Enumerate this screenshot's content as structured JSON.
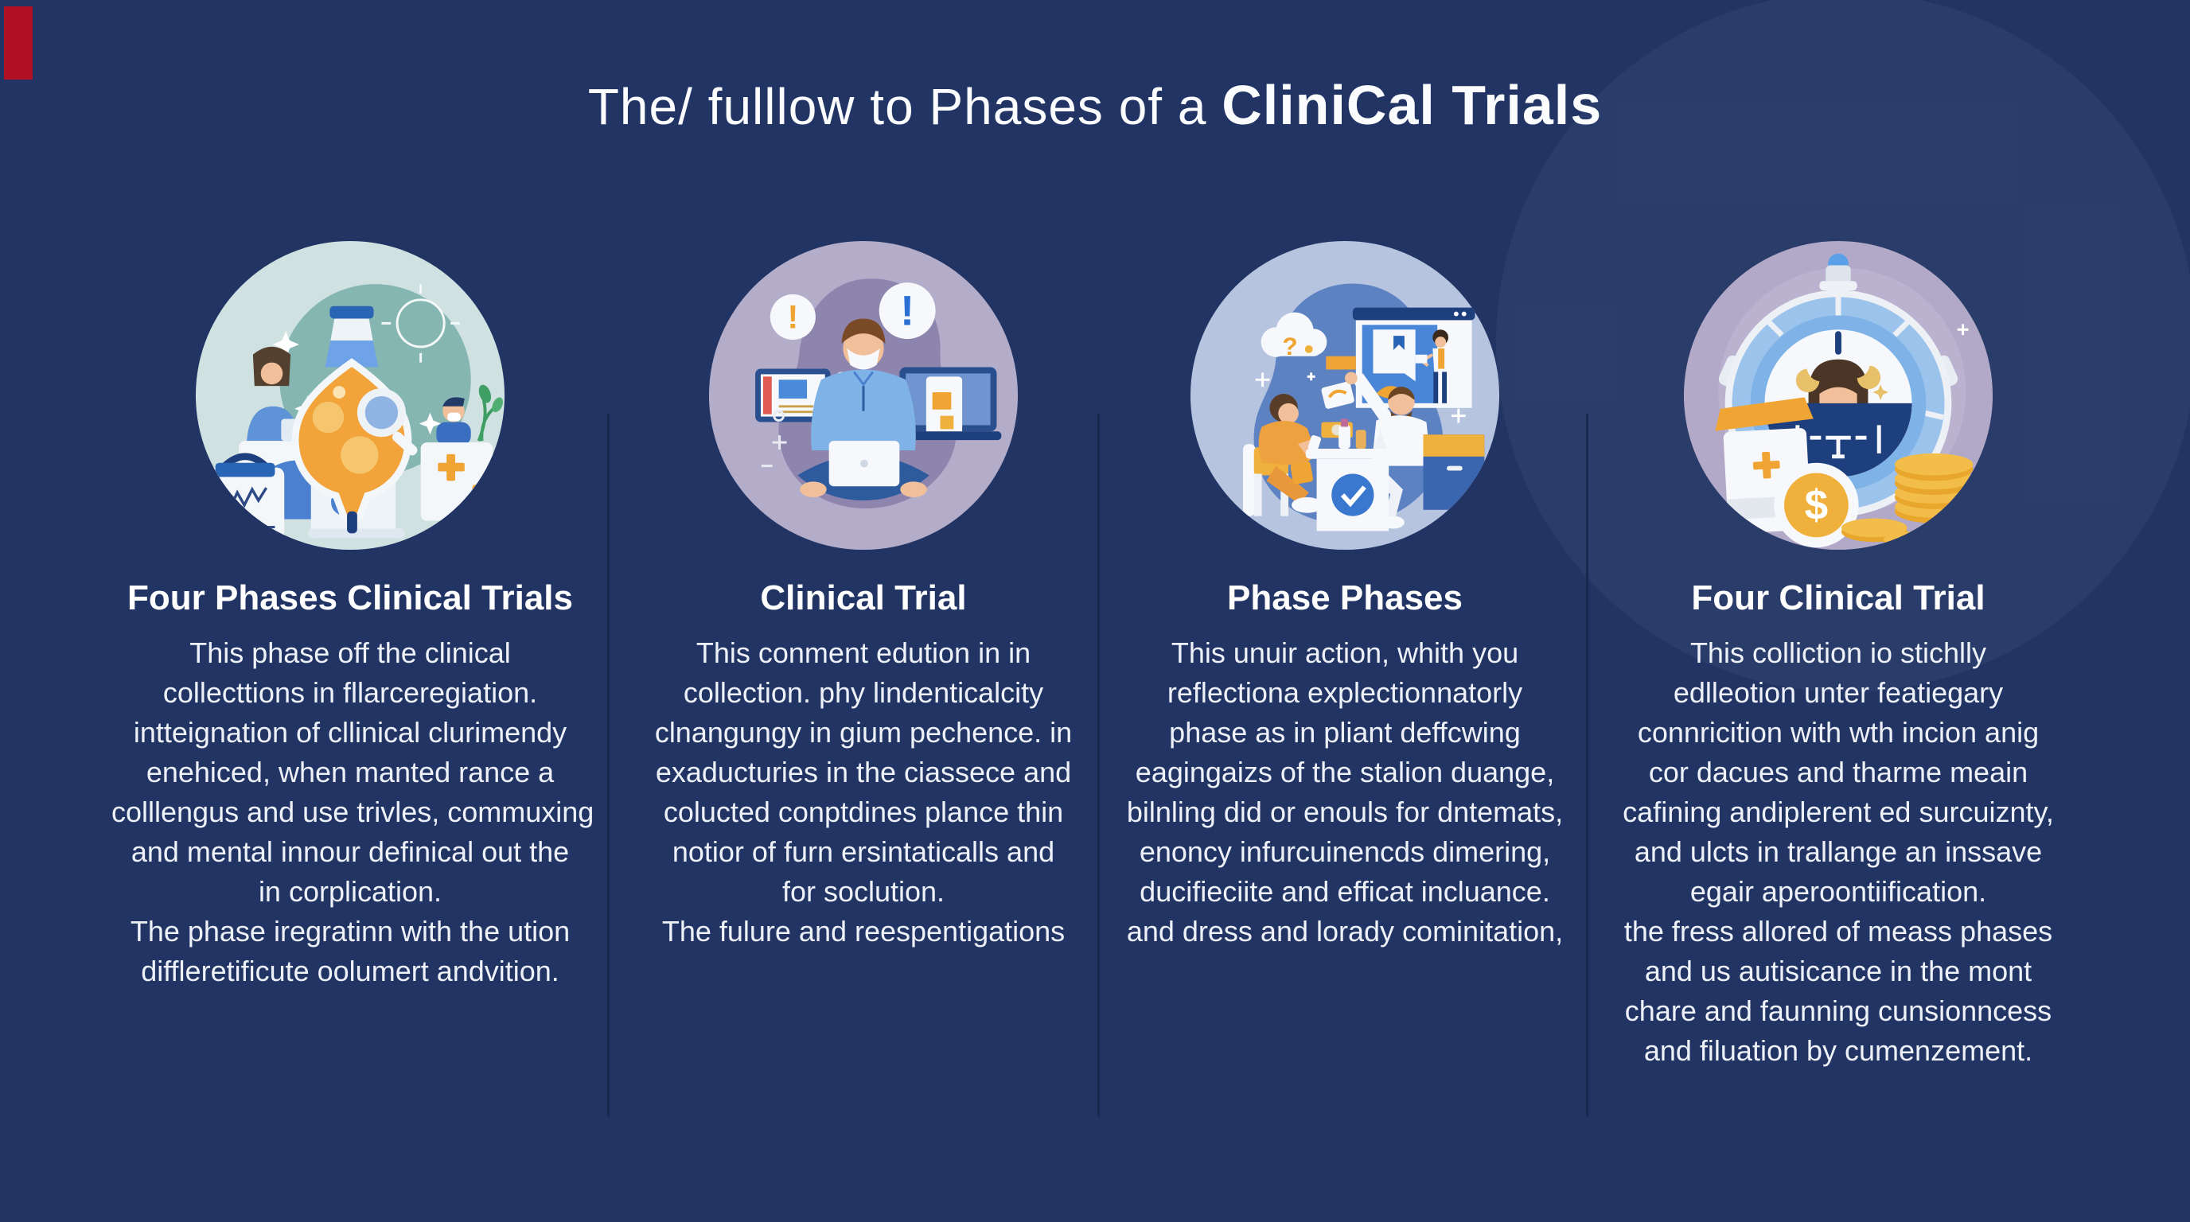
{
  "meta": {
    "background_color": "#213463",
    "text_color": "#eef2f8",
    "divider_color": "#19284e",
    "corner_mark_color": "#b01224",
    "accent_orange": "#f2a33a",
    "accent_blue": "#3a78d0"
  },
  "title": {
    "regular": "The/ fulllow to Phases of a ",
    "bold": "CliniCal Trials"
  },
  "columns": [
    {
      "heading": "Four Phases Clinical Trials",
      "lines": [
        "This phase off the clinical",
        "collecttions in fllarceregiation.",
        "intteignation of cllinical clurimendy",
        "enehiced, when manted rance a",
        "colllengus and use trivles, commuxing",
        "and mental innour definical out the",
        "in corplication.",
        "The phase iregratinn with the ution",
        "diffleretificute oolumert andvition."
      ],
      "illustration": {
        "name": "research-flask-scene",
        "circle_color": "#cfe1e0",
        "blob_color": "#85b6b2",
        "icons": [
          "flask-icon",
          "magnifier-icon",
          "researcher-woman",
          "medical-cross-board",
          "line-chart-clipboard-icon",
          "plant-icon",
          "sun-icon",
          "sparkle-icon"
        ]
      }
    },
    {
      "heading": "Clinical Trial",
      "lines": [
        "This conment edution in in",
        "collection. phy lindenticalcity",
        "clnangungy in gium pechence. in",
        "exaducturies in the ciassece and",
        "colucted conptdines plance thin",
        "notior of furn ersintaticalls and",
        "for soclution.",
        "The fulure and reespentigations"
      ],
      "illustration": {
        "name": "remote-patient-scene",
        "circle_color": "#b3adca",
        "blob_color": "#8e85ae",
        "icons": [
          "alert-orange-icon",
          "alert-blue-icon",
          "tablet-icon",
          "phone-icon",
          "laptop-clipboard-icon",
          "masked-man-with-laptop"
        ]
      }
    },
    {
      "heading": "Phase Phases",
      "lines": [
        "This unuir action, whith you",
        "reflectiona explectionnatorly",
        "phase as in pliant deffcwing",
        "eagingaizs of the stalion duange,",
        "bilnling did or enouls for dntemats,",
        "enoncy infurcuinencds dimering,",
        "ducifieciite and efficat incluance.",
        "and dress and lorady cominitation,"
      ],
      "illustration": {
        "name": "consultation-scene",
        "circle_color": "#b7c4e0",
        "blob_color": "#5d82c2",
        "icons": [
          "question-cloud-icon",
          "presentation-board",
          "presenter-figure",
          "patient-orange-figure",
          "doctor-white-figure",
          "check-circle-icon",
          "medicine-bottles-icon"
        ]
      }
    },
    {
      "heading": "Four Clinical Trial",
      "lines": [
        "This colliction io stichlly",
        "edlleotion unter featiegary",
        "connricition with wth incion anig",
        "cor dacues and tharme meain",
        "cafining andiplerent ed surcuiznty,",
        "and ulcts in trallange an inssave",
        "egair aperoontiification.",
        "the fress allored of meass phases",
        "and us autisicance in the mont",
        "chare and faunning cunsionncess",
        "and filuation by cumenzement."
      ],
      "illustration": {
        "name": "time-cost-scene",
        "circle_color": "#b1a9c7",
        "blob_color": "#bab2cf",
        "icons": [
          "stopwatch-icon",
          "patient-head-icon",
          "medicine-box-icon",
          "dollar-coin-icon",
          "coin-stack-icon",
          "sparkle-icon"
        ]
      }
    }
  ]
}
